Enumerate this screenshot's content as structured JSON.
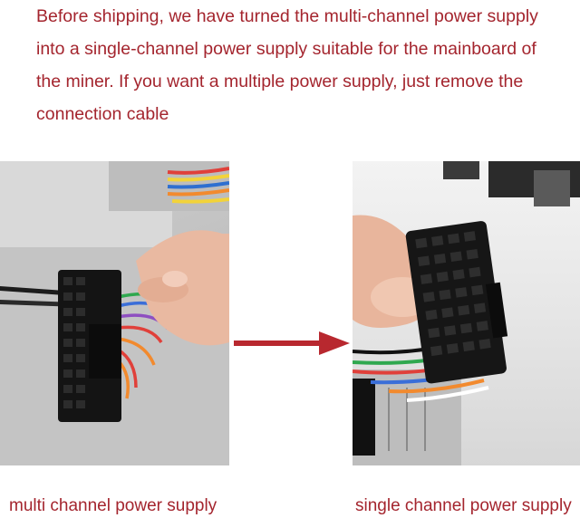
{
  "intro_text": [
    "Before shipping, we have turned the multi-channel power supply",
    "into a single-channel power supply suitable for the mainboard of",
    "the miner.   If you want a multiple power supply, just remove the",
    "connection cable"
  ],
  "captions": {
    "left": "multi channel power supply",
    "right": "single channel power supply"
  },
  "colors": {
    "text": "#a4252e",
    "arrow": "#b8282f"
  }
}
